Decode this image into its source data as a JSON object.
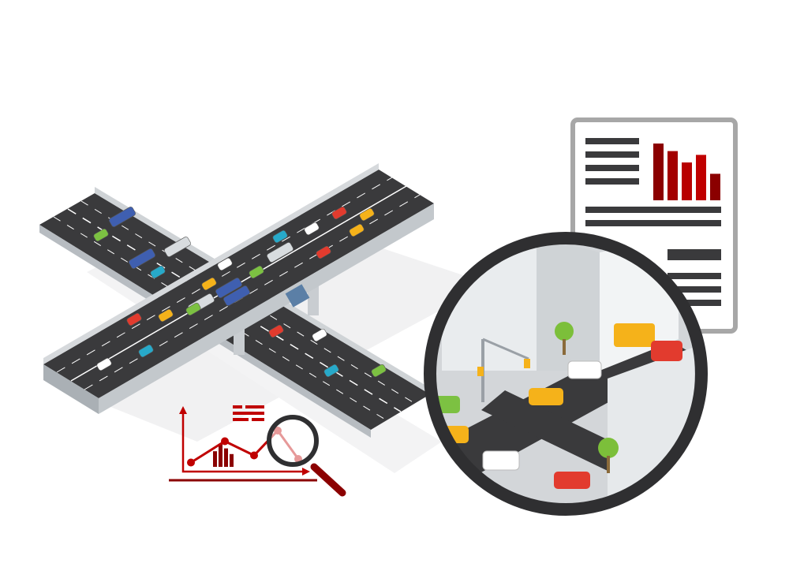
{
  "palette": {
    "road": "#3a3a3c",
    "road_edge": "#9ea3a8",
    "lane_mark": "#ffffff",
    "shadow": "#ededee",
    "accent_dark": "#8b0000",
    "accent": "#c00000",
    "doc_border": "#a7a7a7",
    "doc_lines": "#3a3a3c",
    "lens_ring": "#2f2f31",
    "building": "#e9ecee",
    "tree": "#7cbf3a"
  },
  "report_bars": [
    0.9,
    0.78,
    0.6,
    0.72,
    0.42
  ],
  "analytics_bars": [
    0.55,
    0.8,
    0.65,
    0.45
  ],
  "trend_points": [
    0.15,
    0.45,
    0.25,
    0.6,
    0.2
  ],
  "vehicles": [
    {
      "color": "#f5b21a",
      "kind": "car"
    },
    {
      "color": "#e23b2e",
      "kind": "car"
    },
    {
      "color": "#ffffff",
      "kind": "car"
    },
    {
      "color": "#27a9c9",
      "kind": "car"
    },
    {
      "color": "#7cc142",
      "kind": "car"
    },
    {
      "color": "#3f5fb0",
      "kind": "truck"
    },
    {
      "color": "#d8dcdf",
      "kind": "truck"
    }
  ],
  "icons": {
    "scene": "highway-interchange-illustration",
    "report": "report-document-icon",
    "lens": "magnified-intersection-icon",
    "analytics": "analytics-magnifier-icon"
  }
}
